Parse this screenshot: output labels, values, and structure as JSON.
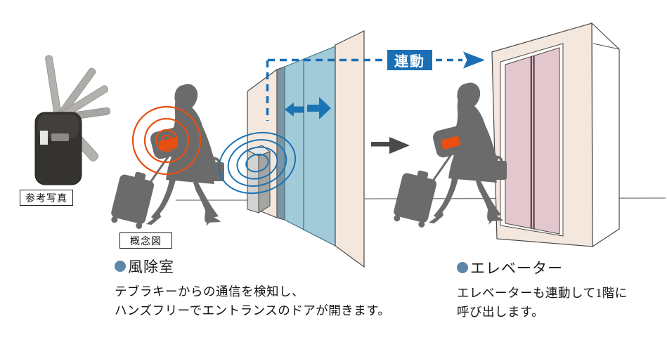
{
  "photo": {
    "caption": "参考写真"
  },
  "diagram": {
    "caption": "概念図",
    "link_label": "連動"
  },
  "sections": [
    {
      "title": "風除室",
      "lines": [
        "テブラキーからの通信を検知し、",
        "ハンズフリーでエントランスのドアが開きます。"
      ]
    },
    {
      "title": "エレベーター",
      "lines": [
        "エレベーターも連動して1階に",
        "呼び出します。"
      ]
    }
  ],
  "colors": {
    "accent_blue": "#1b74b4",
    "link_box_blue": "#1a6fb5",
    "wave_orange": "#e84f10",
    "bullet_blue_gray": "#5d87a8",
    "glass_blue": "#a2cbd9",
    "wall_beige": "#f3e7de",
    "elevator_pink": "#e3c7ce",
    "silhouette_gray": "#6b6b6b"
  }
}
